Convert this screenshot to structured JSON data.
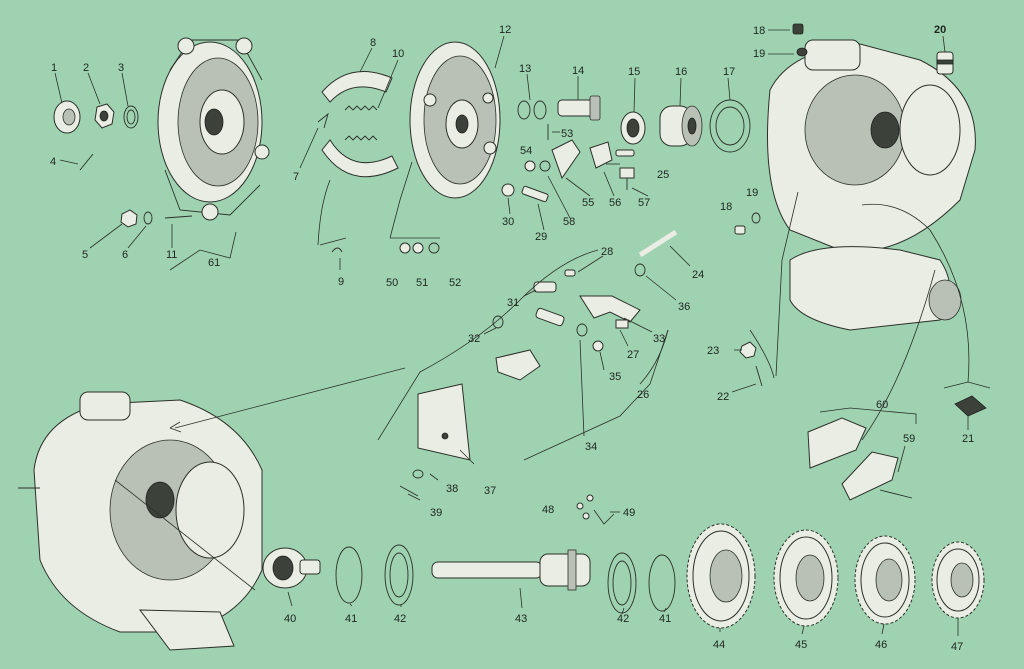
{
  "labels": [
    "1",
    "2",
    "3",
    "4",
    "5",
    "6",
    "7",
    "8",
    "9",
    "10",
    "11",
    "12",
    "13",
    "14",
    "15",
    "16",
    "17",
    "18",
    "19",
    "20",
    "21",
    "22",
    "23",
    "24",
    "25",
    "26",
    "27",
    "28",
    "29",
    "30",
    "31",
    "32",
    "33",
    "34",
    "35",
    "36",
    "37",
    "38",
    "39",
    "40",
    "41",
    "42",
    "43",
    "44",
    "45",
    "46",
    "47",
    "48",
    "49",
    "50",
    "51",
    "52",
    "53",
    "54",
    "55",
    "56",
    "57",
    "58",
    "59",
    "60",
    "61"
  ],
  "extra_labels": {
    "18_top": "18",
    "19_top": "19",
    "42_right": "42",
    "41_right": "41"
  },
  "colors": {
    "background": "#9fd2b1",
    "ink": "#1e2620",
    "part_fill": "#e9ede4"
  }
}
